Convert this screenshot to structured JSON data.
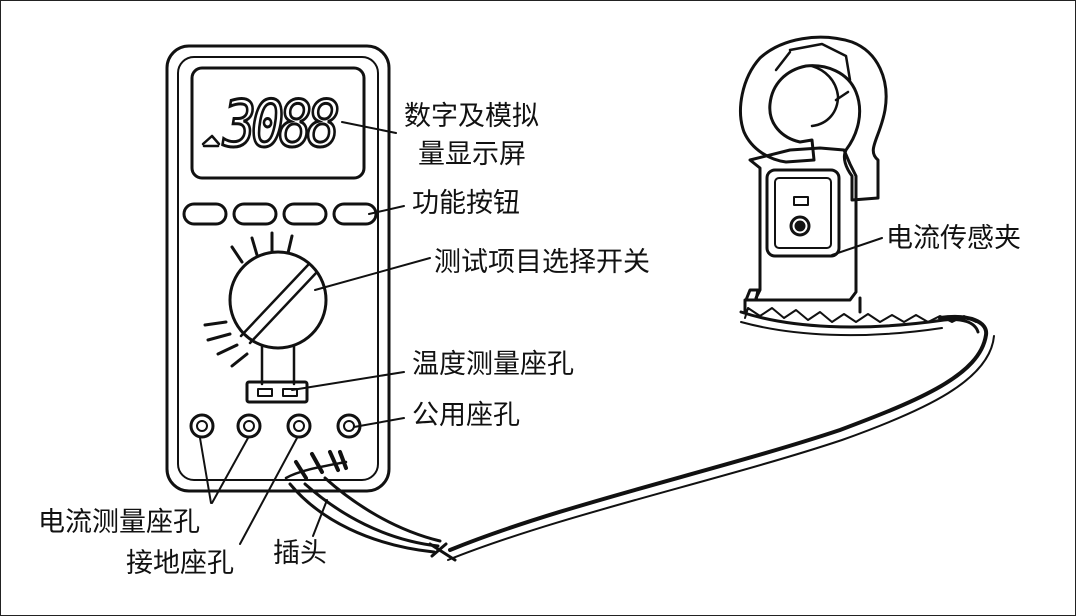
{
  "display_digits": "3088",
  "labels": {
    "display": [
      "数字及模拟",
      "量显示屏"
    ],
    "function_buttons": "功能按钮",
    "selector_switch": "测试项目选择开关",
    "temperature_jack": "温度测量座孔",
    "common_jack": "公用座孔",
    "current_jack": "电流测量座孔",
    "ground_jack": "接地座孔",
    "plug": "插头",
    "current_clamp": "电流传感夹"
  },
  "colors": {
    "ink": "#111111",
    "background": "#ffffff"
  }
}
